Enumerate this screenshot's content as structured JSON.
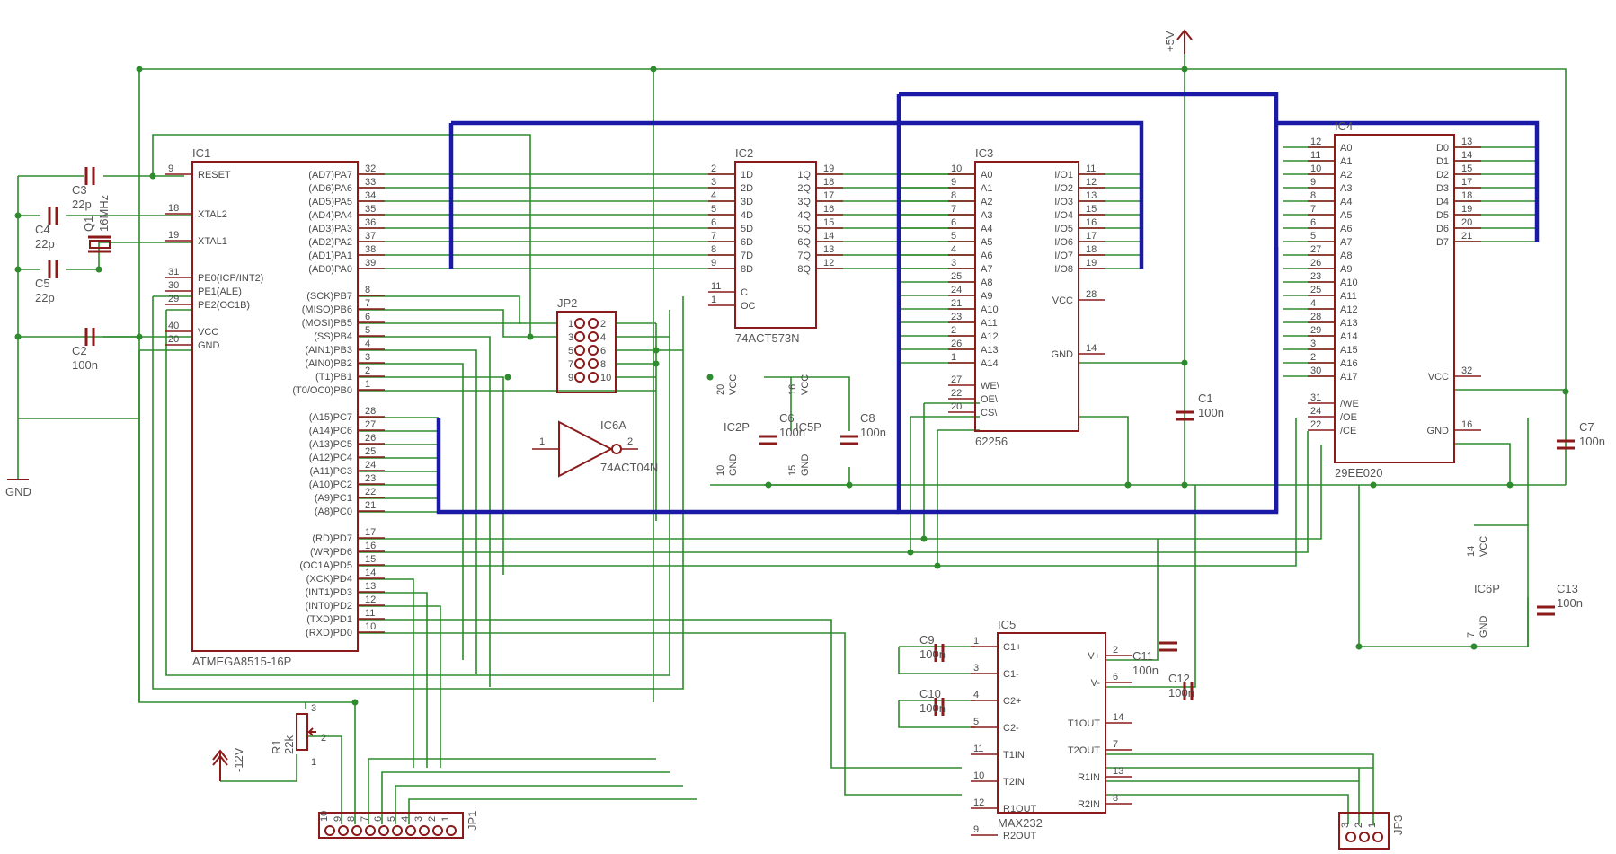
{
  "ic1": {
    "ref": "IC1",
    "part": "ATMEGA8515-16P",
    "left_pins": [
      {
        "num": "9",
        "name": "RESET"
      },
      {
        "num": "18",
        "name": "XTAL2"
      },
      {
        "num": "19",
        "name": "XTAL1"
      },
      {
        "num": "31",
        "name": "PE0(ICP/INT2)"
      },
      {
        "num": "30",
        "name": "PE1(ALE)"
      },
      {
        "num": "29",
        "name": "PE2(OC1B)"
      },
      {
        "num": "40",
        "name": "VCC"
      },
      {
        "num": "20",
        "name": "GND"
      }
    ],
    "right_pins": [
      {
        "num": "32",
        "name": "(AD7)PA7"
      },
      {
        "num": "33",
        "name": "(AD6)PA6"
      },
      {
        "num": "34",
        "name": "(AD5)PA5"
      },
      {
        "num": "35",
        "name": "(AD4)PA4"
      },
      {
        "num": "36",
        "name": "(AD3)PA3"
      },
      {
        "num": "37",
        "name": "(AD2)PA2"
      },
      {
        "num": "38",
        "name": "(AD1)PA1"
      },
      {
        "num": "39",
        "name": "(AD0)PA0"
      },
      {
        "num": "8",
        "name": "(SCK)PB7"
      },
      {
        "num": "7",
        "name": "(MISO)PB6"
      },
      {
        "num": "6",
        "name": "(MOSI)PB5"
      },
      {
        "num": "5",
        "name": "(SS)PB4"
      },
      {
        "num": "4",
        "name": "(AIN1)PB3"
      },
      {
        "num": "3",
        "name": "(AIN0)PB2"
      },
      {
        "num": "2",
        "name": "(T1)PB1"
      },
      {
        "num": "1",
        "name": "(T0/OC0)PB0"
      },
      {
        "num": "28",
        "name": "(A15)PC7"
      },
      {
        "num": "27",
        "name": "(A14)PC6"
      },
      {
        "num": "26",
        "name": "(A13)PC5"
      },
      {
        "num": "25",
        "name": "(A12)PC4"
      },
      {
        "num": "24",
        "name": "(A11)PC3"
      },
      {
        "num": "23",
        "name": "(A10)PC2"
      },
      {
        "num": "22",
        "name": "(A9)PC1"
      },
      {
        "num": "21",
        "name": "(A8)PC0"
      },
      {
        "num": "17",
        "name": "(RD)PD7"
      },
      {
        "num": "16",
        "name": "(WR)PD6"
      },
      {
        "num": "15",
        "name": "(OC1A)PD5"
      },
      {
        "num": "14",
        "name": "(XCK)PD4"
      },
      {
        "num": "13",
        "name": "(INT1)PD3"
      },
      {
        "num": "12",
        "name": "(INT0)PD2"
      },
      {
        "num": "11",
        "name": "(TXD)PD1"
      },
      {
        "num": "10",
        "name": "(RXD)PD0"
      }
    ]
  },
  "ic2": {
    "ref": "IC2",
    "part": "74ACT573N",
    "left_pins": [
      {
        "num": "2",
        "name": "1D"
      },
      {
        "num": "3",
        "name": "2D"
      },
      {
        "num": "4",
        "name": "3D"
      },
      {
        "num": "5",
        "name": "4D"
      },
      {
        "num": "6",
        "name": "5D"
      },
      {
        "num": "7",
        "name": "6D"
      },
      {
        "num": "8",
        "name": "7D"
      },
      {
        "num": "9",
        "name": "8D"
      },
      {
        "num": "11",
        "name": "C"
      },
      {
        "num": "1",
        "name": "OC"
      }
    ],
    "right_pins": [
      {
        "num": "19",
        "name": "1Q"
      },
      {
        "num": "18",
        "name": "2Q"
      },
      {
        "num": "17",
        "name": "3Q"
      },
      {
        "num": "16",
        "name": "4Q"
      },
      {
        "num": "15",
        "name": "5Q"
      },
      {
        "num": "14",
        "name": "6Q"
      },
      {
        "num": "13",
        "name": "7Q"
      },
      {
        "num": "12",
        "name": "8Q"
      }
    ]
  },
  "ic3": {
    "ref": "IC3",
    "part": "62256",
    "left_pins": [
      {
        "num": "10",
        "name": "A0"
      },
      {
        "num": "9",
        "name": "A1"
      },
      {
        "num": "8",
        "name": "A2"
      },
      {
        "num": "7",
        "name": "A3"
      },
      {
        "num": "6",
        "name": "A4"
      },
      {
        "num": "5",
        "name": "A5"
      },
      {
        "num": "4",
        "name": "A6"
      },
      {
        "num": "3",
        "name": "A7"
      },
      {
        "num": "25",
        "name": "A8"
      },
      {
        "num": "24",
        "name": "A9"
      },
      {
        "num": "21",
        "name": "A10"
      },
      {
        "num": "23",
        "name": "A11"
      },
      {
        "num": "2",
        "name": "A12"
      },
      {
        "num": "26",
        "name": "A13"
      },
      {
        "num": "1",
        "name": "A14"
      },
      {
        "num": "27",
        "name": "WE\\"
      },
      {
        "num": "22",
        "name": "OE\\"
      },
      {
        "num": "20",
        "name": "CS\\"
      }
    ],
    "right_pins": [
      {
        "num": "11",
        "name": "I/O1"
      },
      {
        "num": "12",
        "name": "I/O2"
      },
      {
        "num": "13",
        "name": "I/O3"
      },
      {
        "num": "15",
        "name": "I/O4"
      },
      {
        "num": "16",
        "name": "I/O5"
      },
      {
        "num": "17",
        "name": "I/O6"
      },
      {
        "num": "18",
        "name": "I/O7"
      },
      {
        "num": "19",
        "name": "I/O8"
      },
      {
        "num": "28",
        "name": "VCC"
      },
      {
        "num": "14",
        "name": "GND"
      }
    ]
  },
  "ic4": {
    "ref": "IC4",
    "part": "29EE020",
    "left_pins": [
      {
        "num": "12",
        "name": "A0"
      },
      {
        "num": "11",
        "name": "A1"
      },
      {
        "num": "10",
        "name": "A2"
      },
      {
        "num": "9",
        "name": "A3"
      },
      {
        "num": "8",
        "name": "A4"
      },
      {
        "num": "7",
        "name": "A5"
      },
      {
        "num": "6",
        "name": "A6"
      },
      {
        "num": "5",
        "name": "A7"
      },
      {
        "num": "27",
        "name": "A8"
      },
      {
        "num": "26",
        "name": "A9"
      },
      {
        "num": "23",
        "name": "A10"
      },
      {
        "num": "25",
        "name": "A11"
      },
      {
        "num": "4",
        "name": "A12"
      },
      {
        "num": "28",
        "name": "A13"
      },
      {
        "num": "29",
        "name": "A14"
      },
      {
        "num": "3",
        "name": "A15"
      },
      {
        "num": "2",
        "name": "A16"
      },
      {
        "num": "30",
        "name": "A17"
      },
      {
        "num": "31",
        "name": "/WE"
      },
      {
        "num": "24",
        "name": "/OE"
      },
      {
        "num": "22",
        "name": "/CE"
      }
    ],
    "right_pins": [
      {
        "num": "13",
        "name": "D0"
      },
      {
        "num": "14",
        "name": "D1"
      },
      {
        "num": "15",
        "name": "D2"
      },
      {
        "num": "17",
        "name": "D3"
      },
      {
        "num": "18",
        "name": "D4"
      },
      {
        "num": "19",
        "name": "D5"
      },
      {
        "num": "20",
        "name": "D6"
      },
      {
        "num": "21",
        "name": "D7"
      },
      {
        "num": "32",
        "name": "VCC"
      },
      {
        "num": "16",
        "name": "GND"
      }
    ]
  },
  "ic5": {
    "ref": "IC5",
    "part": "MAX232",
    "left_pins": [
      {
        "num": "1",
        "name": "C1+"
      },
      {
        "num": "3",
        "name": "C1-"
      },
      {
        "num": "4",
        "name": "C2+"
      },
      {
        "num": "5",
        "name": "C2-"
      },
      {
        "num": "11",
        "name": "T1IN"
      },
      {
        "num": "10",
        "name": "T2IN"
      },
      {
        "num": "12",
        "name": "R1OUT"
      },
      {
        "num": "9",
        "name": "R2OUT"
      }
    ],
    "right_pins": [
      {
        "num": "2",
        "name": "V+"
      },
      {
        "num": "6",
        "name": "V-"
      },
      {
        "num": "14",
        "name": "T1OUT"
      },
      {
        "num": "7",
        "name": "T2OUT"
      },
      {
        "num": "13",
        "name": "R1IN"
      },
      {
        "num": "8",
        "name": "R2IN"
      }
    ]
  },
  "ic6a": {
    "ref": "IC6A",
    "part": "74ACT04N",
    "in": "1",
    "out": "2"
  },
  "power_units": [
    {
      "ref": "IC2P",
      "vcc_pin": "20",
      "gnd_pin": "10",
      "vcc": "VCC",
      "gnd": "GND"
    },
    {
      "ref": "IC5P",
      "vcc_pin": "16",
      "gnd_pin": "15",
      "vcc": "VCC",
      "gnd": "GND"
    },
    {
      "ref": "IC6P",
      "vcc_pin": "14",
      "gnd_pin": "7",
      "vcc": "VCC",
      "gnd": "GND"
    }
  ],
  "capacitors": [
    {
      "ref": "C1",
      "value": "100n"
    },
    {
      "ref": "C2",
      "value": "100n"
    },
    {
      "ref": "C3",
      "value": "22p"
    },
    {
      "ref": "C4",
      "value": "22p"
    },
    {
      "ref": "C5",
      "value": "22p"
    },
    {
      "ref": "C6",
      "value": "100n"
    },
    {
      "ref": "C7",
      "value": "100n"
    },
    {
      "ref": "C8",
      "value": "100n"
    },
    {
      "ref": "C9",
      "value": "100n"
    },
    {
      "ref": "C10",
      "value": "100n"
    },
    {
      "ref": "C11",
      "value": "100n"
    },
    {
      "ref": "C12",
      "value": "100n"
    },
    {
      "ref": "C13",
      "value": "100n"
    }
  ],
  "crystal": {
    "ref": "Q1",
    "value": "16MHz"
  },
  "resistor": {
    "ref": "R1",
    "value": "22k",
    "pins": [
      "1",
      "2",
      "3"
    ]
  },
  "jp1": {
    "ref": "JP1",
    "pins": [
      "10",
      "9",
      "8",
      "7",
      "6",
      "5",
      "4",
      "3",
      "2",
      "1"
    ]
  },
  "jp2": {
    "ref": "JP2",
    "left": [
      "1",
      "3",
      "5",
      "7",
      "9"
    ],
    "right": [
      "2",
      "4",
      "6",
      "8",
      "10"
    ]
  },
  "jp3": {
    "ref": "JP3",
    "pins": [
      "3",
      "2",
      "1"
    ]
  },
  "power": {
    "vcc": "+5V",
    "neg": "-12V",
    "gnd": "GND"
  },
  "colors": {
    "wire": "#2e8b2e",
    "bus": "#1a1aa6",
    "component": "#8b1a1a",
    "text": "#4a4a4a"
  }
}
